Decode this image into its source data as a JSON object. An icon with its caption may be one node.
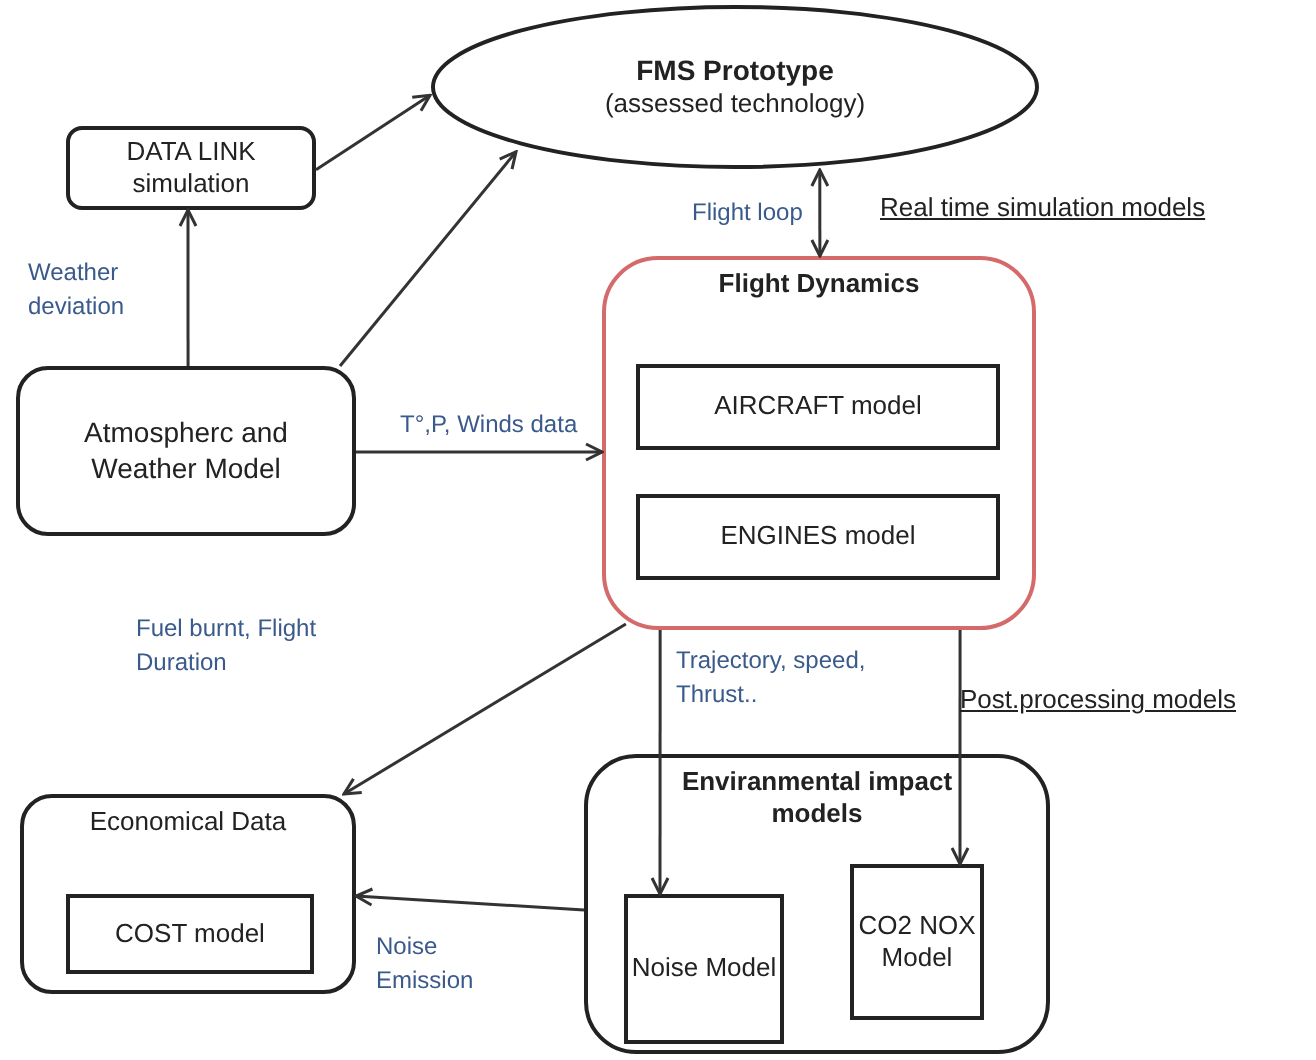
{
  "diagram": {
    "nodes": [
      {
        "text": [
          "FMS Prototype",
          "(assessed technology)"
        ]
      },
      {
        "text": [
          "DATA LINK simulation"
        ]
      },
      {
        "text": [
          "Atmospherc and Weather Model"
        ]
      },
      {
        "text": [
          "Flight Dynamics"
        ]
      },
      {
        "text": [
          "AIRCRAFT model"
        ],
        "in": 3
      },
      {
        "text": [
          "ENGINES model"
        ],
        "in": 3
      },
      {
        "text": [
          "Economical Data"
        ]
      },
      {
        "text": [
          "COST model"
        ],
        "in": 6
      },
      {
        "text": [
          "Enviranmental impact models"
        ]
      },
      {
        "text": [
          "Noise Model"
        ],
        "in": 8
      },
      {
        "text": [
          "CO2 NOX Model"
        ],
        "in": 8
      }
    ],
    "edges": [
      {
        "from": 1,
        "to": 0,
        "arrow": "to"
      },
      {
        "from": 2,
        "to": 1,
        "arrow": "to",
        "label": "Weather deviation"
      },
      {
        "from": 2,
        "to": 0,
        "arrow": "to"
      },
      {
        "from": 2,
        "to": 3,
        "arrow": "to",
        "label": "T°,P, Winds data"
      },
      {
        "from": 0,
        "to": 3,
        "arrow": "both",
        "label": "Flight loop"
      },
      {
        "from": 3,
        "to": 6,
        "arrow": "to",
        "label": "Fuel burnt, Flight Duration"
      },
      {
        "from": 3,
        "to": 9,
        "arrow": "to",
        "label": "Trajectory, speed, Thrust.."
      },
      {
        "from": 3,
        "to": 10,
        "arrow": "to"
      },
      {
        "from": 8,
        "to": 6,
        "arrow": "to",
        "label": "Noise Emission"
      }
    ],
    "labels": [
      "Real time simulation models",
      "Post.processing models"
    ]
  }
}
